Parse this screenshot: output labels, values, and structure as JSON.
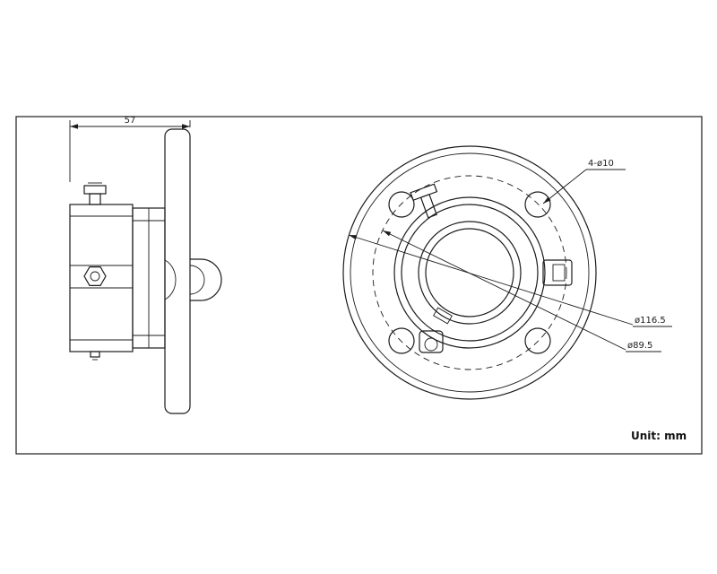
{
  "drawing": {
    "unit_label": "Unit: mm",
    "dimensions": {
      "flange_depth": "57",
      "bolt_holes": "4-ø10",
      "outer_diameter": "ø116.5",
      "bolt_circle_diameter": "ø89.5"
    },
    "colors": {
      "line": "#1c1c1c",
      "background": "#ffffff"
    }
  }
}
